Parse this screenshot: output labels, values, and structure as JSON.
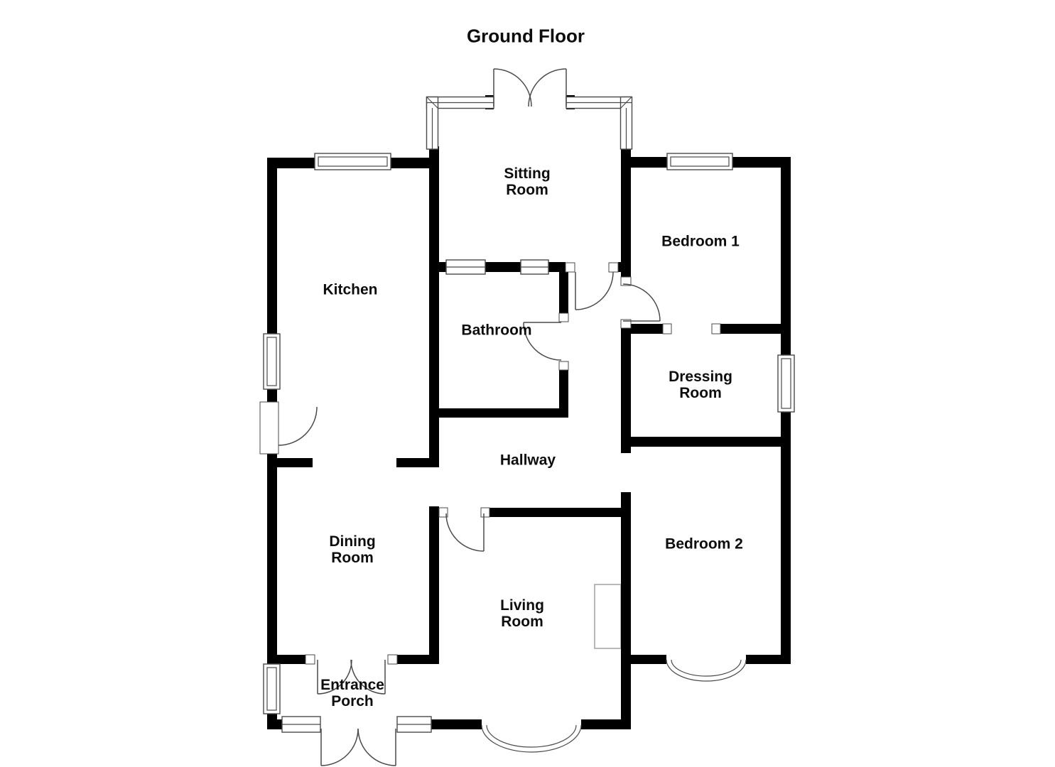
{
  "title": "Ground Floor",
  "rooms": {
    "sitting_room": {
      "line1": "Sitting",
      "line2": "Room"
    },
    "bedroom_1": {
      "line1": "Bedroom 1"
    },
    "kitchen": {
      "line1": "Kitchen"
    },
    "bathroom": {
      "line1": "Bathroom"
    },
    "dressing_room": {
      "line1": "Dressing",
      "line2": "Room"
    },
    "hallway": {
      "line1": "Hallway"
    },
    "dining_room": {
      "line1": "Dining",
      "line2": "Room"
    },
    "living_room": {
      "line1": "Living",
      "line2": "Room"
    },
    "bedroom_2": {
      "line1": "Bedroom 2"
    },
    "entrance_porch": {
      "line1": "Entrance",
      "line2": "Porch"
    }
  },
  "colors": {
    "wall": "#000000",
    "background": "#ffffff",
    "detail_line": "#4a4a4a",
    "chimney_line": "#999999",
    "text": "#0d0d0d"
  }
}
